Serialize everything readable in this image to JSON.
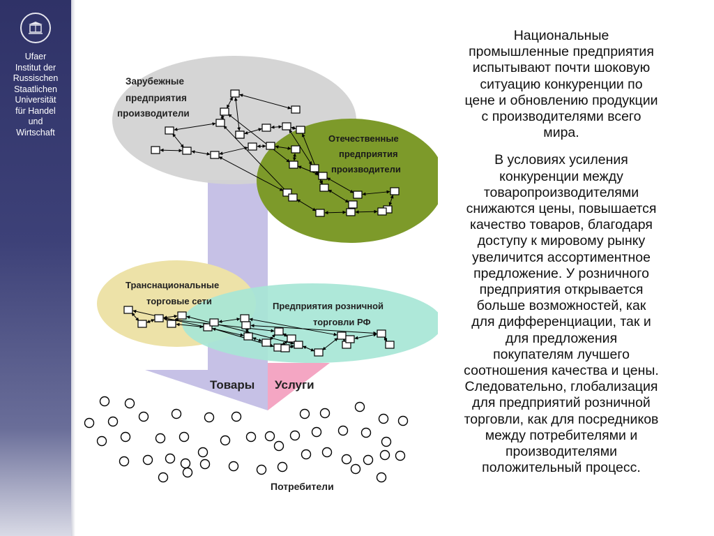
{
  "sidebar": {
    "institute_lines": [
      "Ufaer",
      "Institut der",
      "Russischen",
      "Staatlichen",
      "Universität",
      "für Handel",
      "und",
      "Wirtschaft"
    ]
  },
  "diagram": {
    "foreign_producers": [
      "Зарубежные",
      "предприятия",
      "производители"
    ],
    "domestic_producers": [
      "Отечественные",
      "предприятия",
      "производители"
    ],
    "transnational_chains": [
      "Транснациональные",
      "торговые сети"
    ],
    "retail_enterprises": [
      "Предприятия розничной",
      "торговли РФ"
    ],
    "goods_label": "Товары",
    "services_label": "Услуги",
    "consumers_label": "Потребители",
    "colors": {
      "foreign": "#d3d3d3",
      "domestic": "#7d9a2a",
      "arrow_left": "#c6c1e6",
      "arrow_right": "#f4a6c3",
      "transnational": "#ede2a8",
      "retail": "#a7e6d6"
    }
  },
  "text": {
    "paragraph_1_lines": [
      "Национальные",
      "промышленные предприятия",
      "испытывают почти шоковую",
      "ситуацию конкуренции по",
      "цене и обновлению продукции",
      "с производителями всего",
      "мира."
    ],
    "paragraph_2_lines": [
      "В условиях усиления",
      "конкуренции между",
      "товаропроизводителями",
      "снижаются цены, повышается",
      "качество товаров, благодаря",
      "доступу к мировому рынку",
      "увеличится ассортиментное",
      "предложение. У розничного",
      "предприятия открывается",
      "больше возможностей, как",
      "для дифференциации, так и",
      "для предложения",
      "покупателям лучшего",
      "соотношения качества и цены.",
      "Следовательно, глобализация",
      "для предприятий розничной",
      "торговли, как для посредников",
      "между потребителями и",
      "производителями",
      "положительный процесс."
    ]
  }
}
